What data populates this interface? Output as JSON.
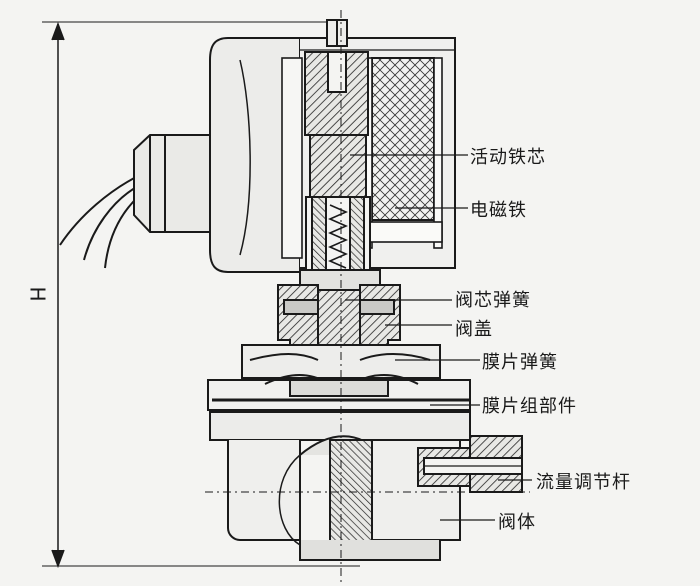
{
  "diagram": {
    "dimension_label": "H",
    "labels": {
      "moving_core": "活动铁芯",
      "electromagnet": "电磁铁",
      "core_spring": "阀芯弹簧",
      "valve_cover": "阀盖",
      "diaphragm_spring": "膜片弹簧",
      "diaphragm_assembly": "膜片组部件",
      "flow_adjust_rod": "流量调节杆",
      "valve_body": "阀体"
    },
    "colors": {
      "ink": "#1a1a1a",
      "background": "#f4f4f2",
      "fill_light": "#e6e6e3",
      "fill_mid": "#c9c9c6"
    }
  }
}
